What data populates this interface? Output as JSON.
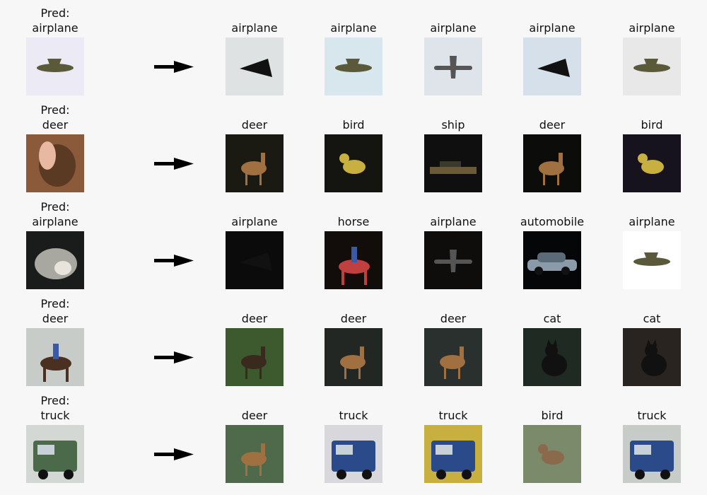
{
  "pred_prefix": "Pred:",
  "rows": [
    {
      "query": {
        "pred": "airplane",
        "icon": "airplane-photo",
        "bg": "#eceaf4"
      },
      "neighbors": [
        {
          "label": "airplane",
          "icon": "stealth-airplane-photo",
          "bg": "#dfe2e3"
        },
        {
          "label": "airplane",
          "icon": "airplane-photo",
          "bg": "#d8e6ee"
        },
        {
          "label": "airplane",
          "icon": "jet-airplane-photo",
          "bg": "#dfe3ea"
        },
        {
          "label": "airplane",
          "icon": "stealth-airplane-photo",
          "bg": "#d6e0ea"
        },
        {
          "label": "airplane",
          "icon": "airplane-photo",
          "bg": "#e8e8e8"
        }
      ]
    },
    {
      "query": {
        "pred": "deer",
        "icon": "dog-photo",
        "bg": "#8a5a3a"
      },
      "neighbors": [
        {
          "label": "deer",
          "icon": "deer-photo",
          "bg": "#1a1a12"
        },
        {
          "label": "bird",
          "icon": "bird-photo",
          "bg": "#141410"
        },
        {
          "label": "ship",
          "icon": "ship-photo",
          "bg": "#0e0f0e"
        },
        {
          "label": "deer",
          "icon": "deer-photo",
          "bg": "#0c0c0a"
        },
        {
          "label": "bird",
          "icon": "bird-photo",
          "bg": "#16121e"
        }
      ]
    },
    {
      "query": {
        "pred": "airplane",
        "icon": "frog-photo",
        "bg": "#1a1c1c"
      },
      "neighbors": [
        {
          "label": "airplane",
          "icon": "stealth-airplane-photo",
          "bg": "#0b0b0b"
        },
        {
          "label": "horse",
          "icon": "horse-photo",
          "bg": "#120d0b"
        },
        {
          "label": "airplane",
          "icon": "jet-airplane-photo",
          "bg": "#0e0d0c"
        },
        {
          "label": "automobile",
          "icon": "car-photo",
          "bg": "#050608"
        },
        {
          "label": "airplane",
          "icon": "airplane-photo",
          "bg": "#ffffff"
        }
      ]
    },
    {
      "query": {
        "pred": "deer",
        "icon": "horse-rider-photo",
        "bg": "#c8ccc8"
      },
      "neighbors": [
        {
          "label": "deer",
          "icon": "moose-photo",
          "bg": "#3c5a2e"
        },
        {
          "label": "deer",
          "icon": "deer-photo",
          "bg": "#232723"
        },
        {
          "label": "deer",
          "icon": "deer-photo",
          "bg": "#2a302e"
        },
        {
          "label": "cat",
          "icon": "cat-photo",
          "bg": "#1e2a22"
        },
        {
          "label": "cat",
          "icon": "cat-photo",
          "bg": "#2a2420"
        }
      ]
    },
    {
      "query": {
        "pred": "truck",
        "icon": "van-photo",
        "bg": "#d4d8d4"
      },
      "neighbors": [
        {
          "label": "deer",
          "icon": "deer-photo",
          "bg": "#4e6a4a"
        },
        {
          "label": "truck",
          "icon": "truck-photo",
          "bg": "#d8d8dc"
        },
        {
          "label": "truck",
          "icon": "truck-photo",
          "bg": "#c8b040"
        },
        {
          "label": "bird",
          "icon": "ostrich-photo",
          "bg": "#7a8a6a"
        },
        {
          "label": "truck",
          "icon": "truck-photo",
          "bg": "#c8ccc8"
        }
      ]
    }
  ]
}
